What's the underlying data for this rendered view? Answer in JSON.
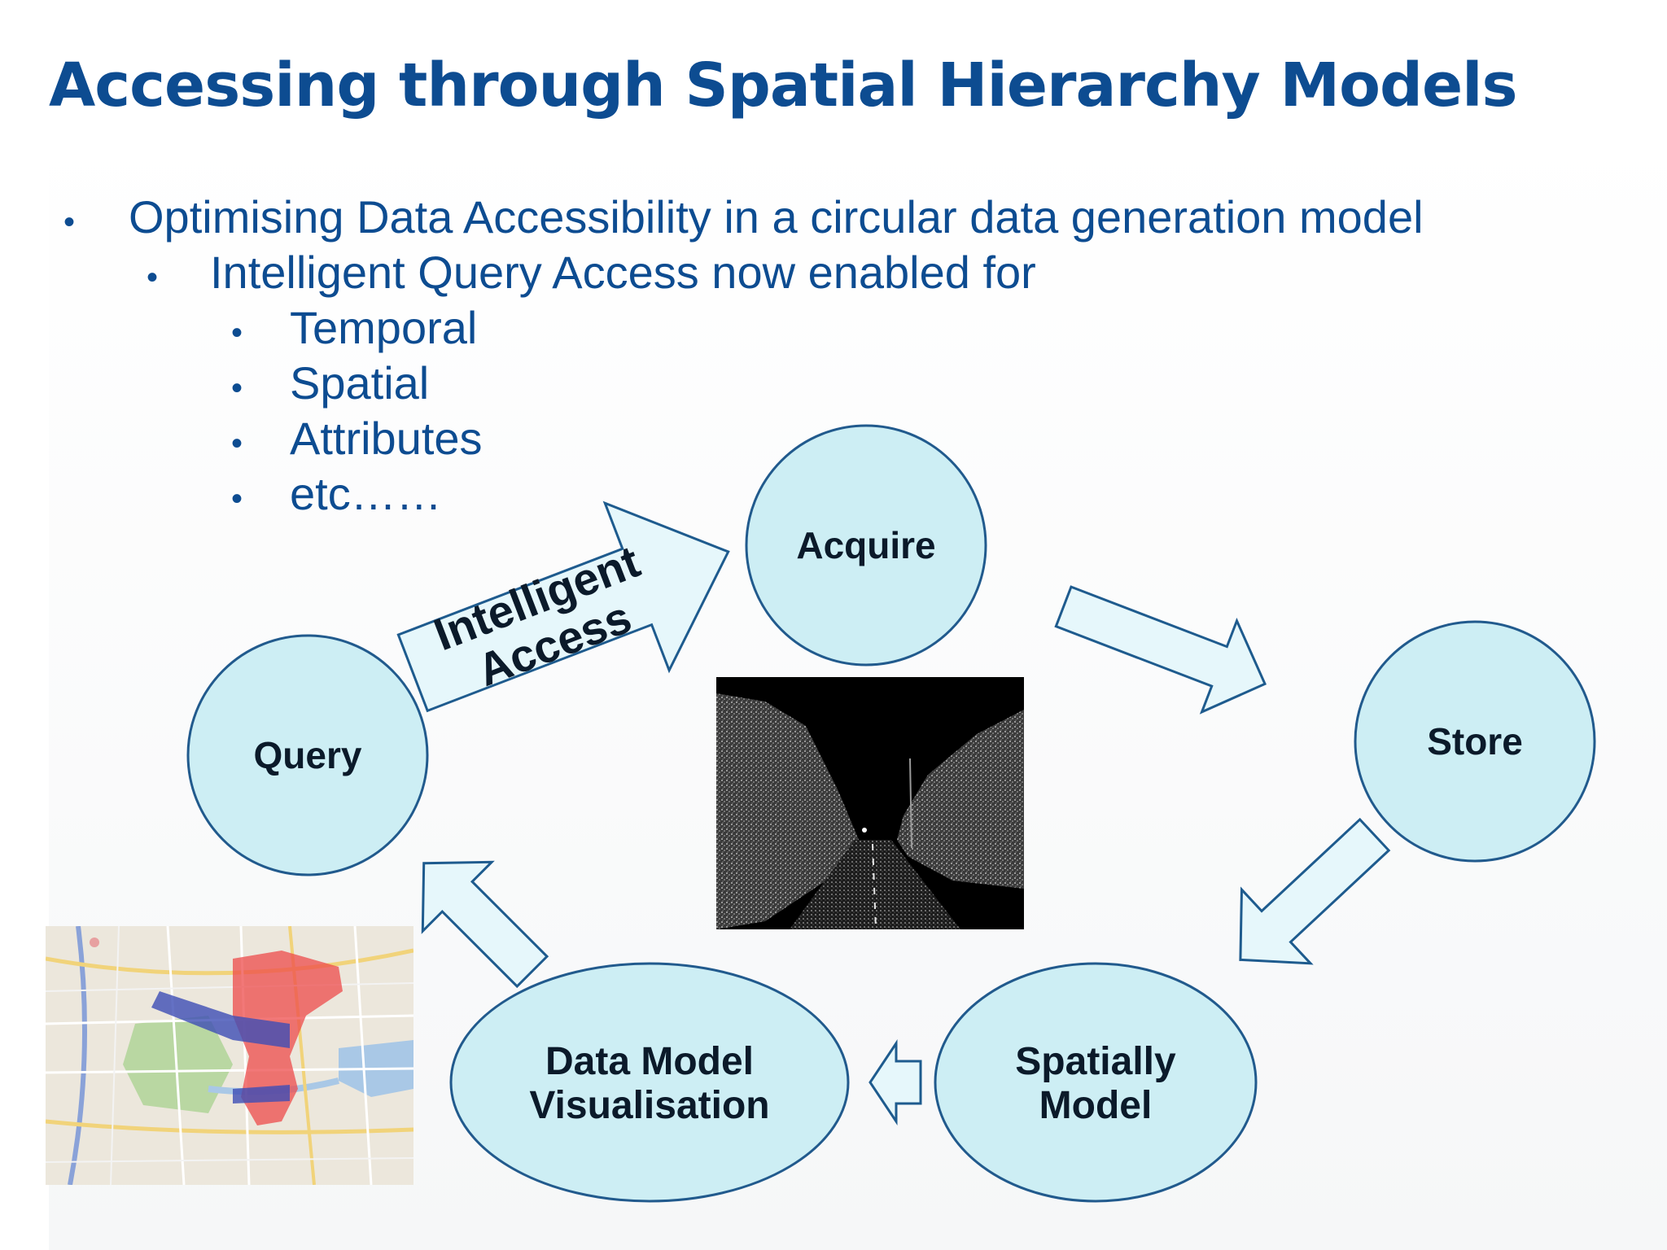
{
  "title": "Accessing through Spatial Hierarchy Models",
  "bullets": {
    "level1": "Optimising Data Accessibility in a circular data generation model",
    "level2": "Intelligent Query Access now enabled for",
    "level3": [
      "Temporal",
      "Spatial",
      "Attributes",
      "etc……"
    ],
    "marker": "•"
  },
  "diagram": {
    "nodes": {
      "acquire": "Acquire",
      "store": "Store",
      "spatially_model": [
        "Spatially",
        "Model"
      ],
      "data_model_visualisation": [
        "Data Model",
        "Visualisation"
      ],
      "query": "Query"
    },
    "intelligent_access_label": [
      "Intelligent",
      "Access"
    ]
  },
  "colors": {
    "title": "#0d4c91",
    "node_fill": "#cdeef4",
    "node_stroke": "#215a8d",
    "arrow_fill": "#e6f7fb",
    "map_highlight": "#ee4b4b",
    "map_route": "#3d4db5"
  }
}
